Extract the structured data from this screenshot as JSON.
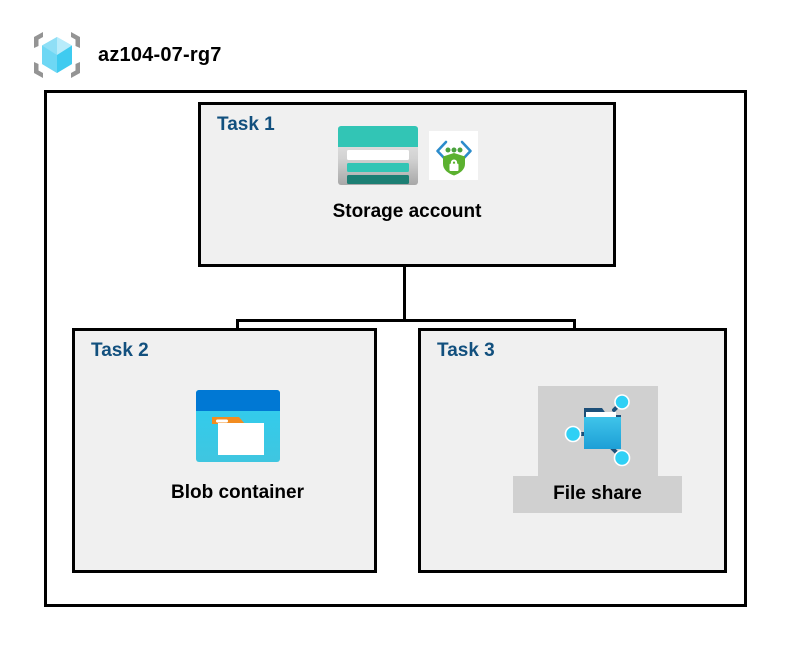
{
  "diagram": {
    "type": "azure-architecture",
    "resource_group": {
      "name": "az104-07-rg7",
      "icon": "resource-group-cube-icon"
    },
    "tasks": [
      {
        "id": "task1",
        "label": "Task 1",
        "node": {
          "caption": "Storage account",
          "icons": [
            "storage-account-icon",
            "secure-endpoint-shield-icon"
          ],
          "highlighted": false
        }
      },
      {
        "id": "task2",
        "label": "Task 2",
        "node": {
          "caption": "Blob container",
          "icons": [
            "blob-container-icon"
          ],
          "highlighted": false
        }
      },
      {
        "id": "task3",
        "label": "Task 3",
        "node": {
          "caption": "File share",
          "icons": [
            "file-share-icon"
          ],
          "highlighted": true
        }
      }
    ],
    "connections": [
      {
        "from": "task1",
        "to": "task2"
      },
      {
        "from": "task1",
        "to": "task3"
      }
    ],
    "colors": {
      "task_label": "#12507e",
      "caption": "#000000",
      "task_box_fill": "#f0f0f0",
      "container_fill": "#ffffff",
      "border": "#000000",
      "highlight": "#d0d0d0",
      "storage_teal": "#32c5b5",
      "blob_blue": "#0078d4",
      "shield_green": "#5bb12f"
    }
  }
}
